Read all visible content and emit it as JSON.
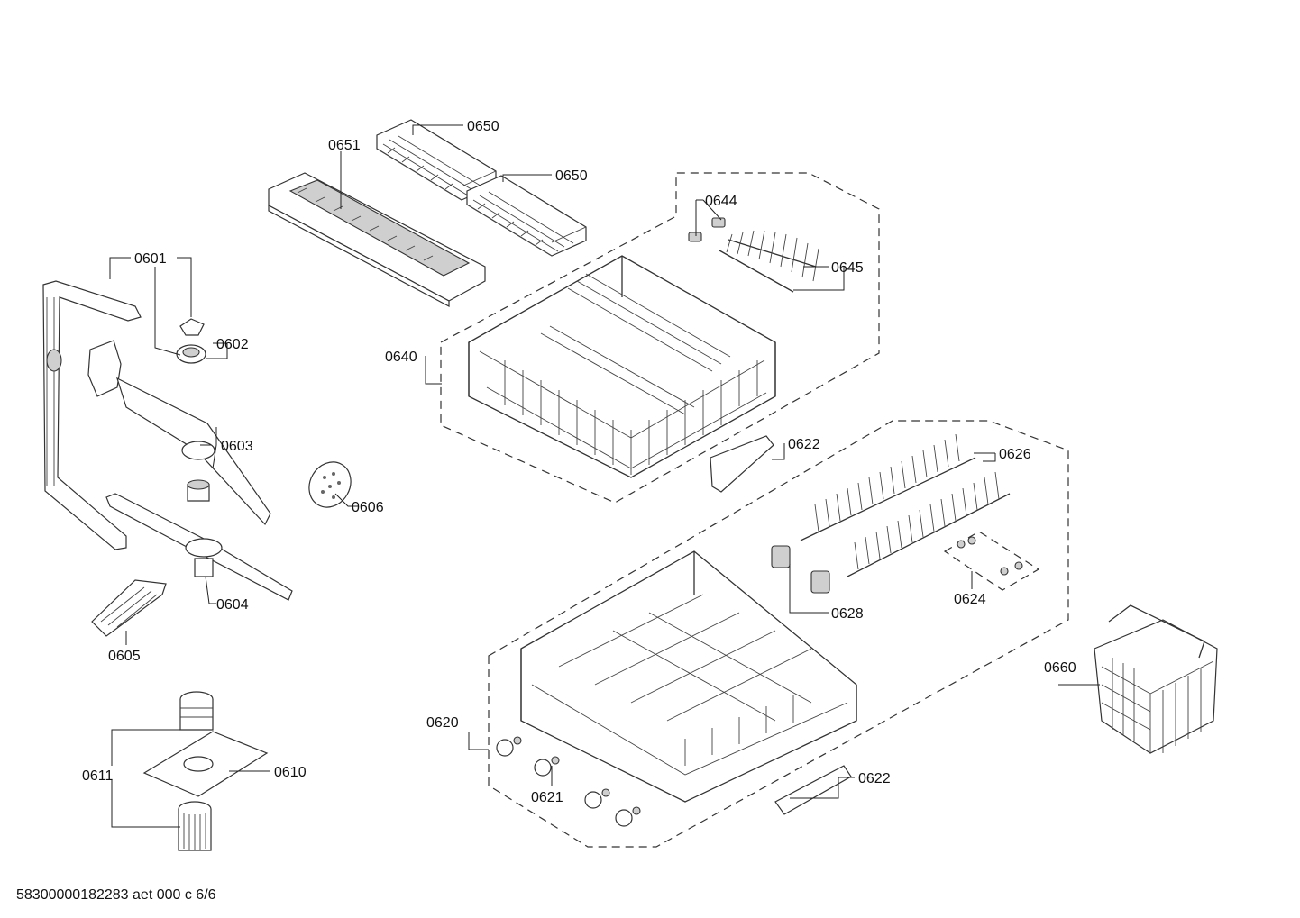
{
  "diagram": {
    "footer": "58300000182283 aet 000 c 6/6",
    "labels": {
      "p0650a": "0650",
      "p0650b": "0650",
      "p0651": "0651",
      "p0644": "0644",
      "p0645": "0645",
      "p0640": "0640",
      "p0601": "0601",
      "p0602": "0602",
      "p0603": "0603",
      "p0606": "0606",
      "p0604": "0604",
      "p0605": "0605",
      "p0622a": "0622",
      "p0626": "0626",
      "p0628": "0628",
      "p0624": "0624",
      "p0660": "0660",
      "p0620": "0620",
      "p0621": "0621",
      "p0622b": "0622",
      "p0611": "0611",
      "p0610": "0610"
    }
  }
}
